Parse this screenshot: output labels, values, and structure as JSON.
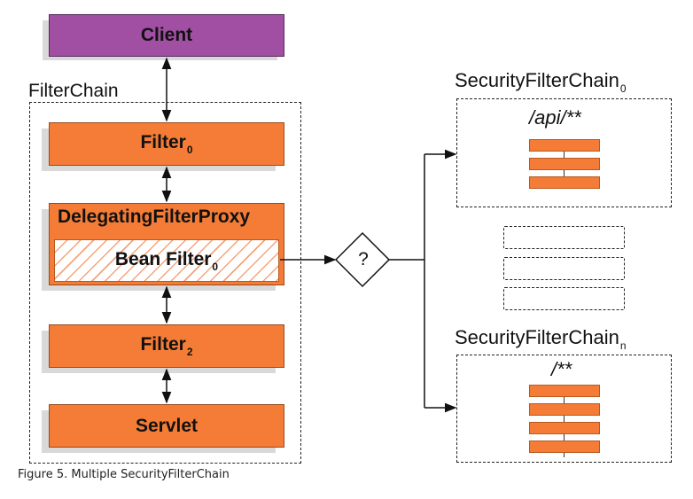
{
  "client": "Client",
  "filterchain": {
    "title": "FilterChain"
  },
  "filter0": {
    "name": "Filter",
    "sub": "0"
  },
  "proxy": {
    "title": "DelegatingFilterProxy"
  },
  "bean": {
    "name": "Bean Filter",
    "sub": "0"
  },
  "filter2": {
    "name": "Filter",
    "sub": "2"
  },
  "servlet": "Servlet",
  "decision": "?",
  "chain0": {
    "title": "SecurityFilterChain",
    "sub": "0",
    "pattern": "/api/**",
    "filters": 3
  },
  "chainN": {
    "title": "SecurityFilterChain",
    "sub": "n",
    "pattern": "/**",
    "filters": 4
  },
  "middle_chains": 3,
  "caption": "Figure 5. Multiple SecurityFilterChain",
  "colors": {
    "client": "#a04fa3",
    "filter": "#f47c36"
  }
}
